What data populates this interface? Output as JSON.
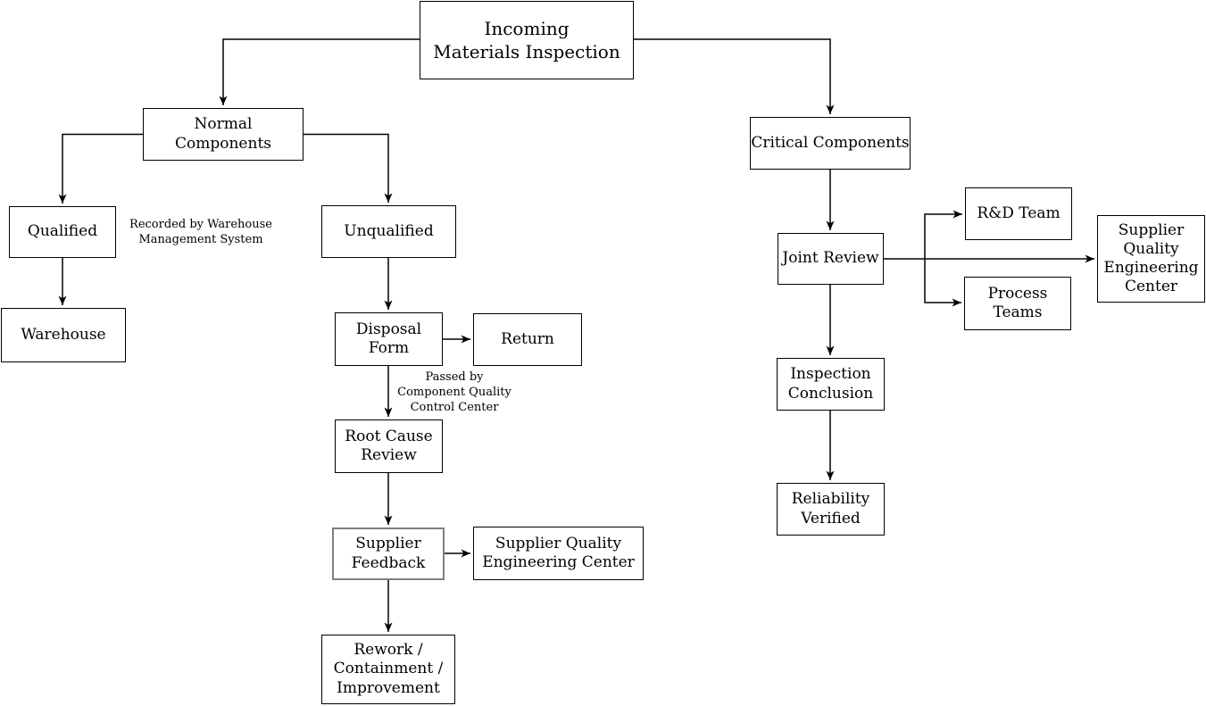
{
  "diagram": {
    "nodes": {
      "incoming": {
        "label": "Incoming\nMaterials Inspection"
      },
      "normal": {
        "label": "Normal Components"
      },
      "critical": {
        "label": "Critical Components"
      },
      "qualified": {
        "label": "Qualified"
      },
      "unqualified": {
        "label": "Unqualified"
      },
      "warehouse": {
        "label": "Warehouse"
      },
      "disposal_form": {
        "label": "Disposal\nForm"
      },
      "return": {
        "label": "Return"
      },
      "root_cause_review": {
        "label": "Root Cause\nReview"
      },
      "supplier_feedback": {
        "label": "Supplier\nFeedback"
      },
      "sqec_left": {
        "label": "Supplier Quality\nEngineering Center"
      },
      "rework": {
        "label": "Rework /\nContainment /\nImprovement"
      },
      "joint_review": {
        "label": "Joint Review"
      },
      "rd_team": {
        "label": "R&D Team"
      },
      "process_teams": {
        "label": "Process\nTeams"
      },
      "sqec_right": {
        "label": "Supplier\nQuality\nEngineering\nCenter"
      },
      "inspection_conclusion": {
        "label": "Inspection\nConclusion"
      },
      "reliability_verified": {
        "label": "Reliability\nVerified"
      }
    },
    "annotations": {
      "recorded_by": "Recorded by Warehouse\nManagement System",
      "passed_by": "Passed by\nComponent Quality\nControl Center"
    },
    "colors": {
      "background": "#ffffff",
      "box_fill": "#ffffff",
      "box_border": "#000000",
      "highlight_box_border": "#808080",
      "line": "#000000",
      "text": "#000000"
    }
  }
}
